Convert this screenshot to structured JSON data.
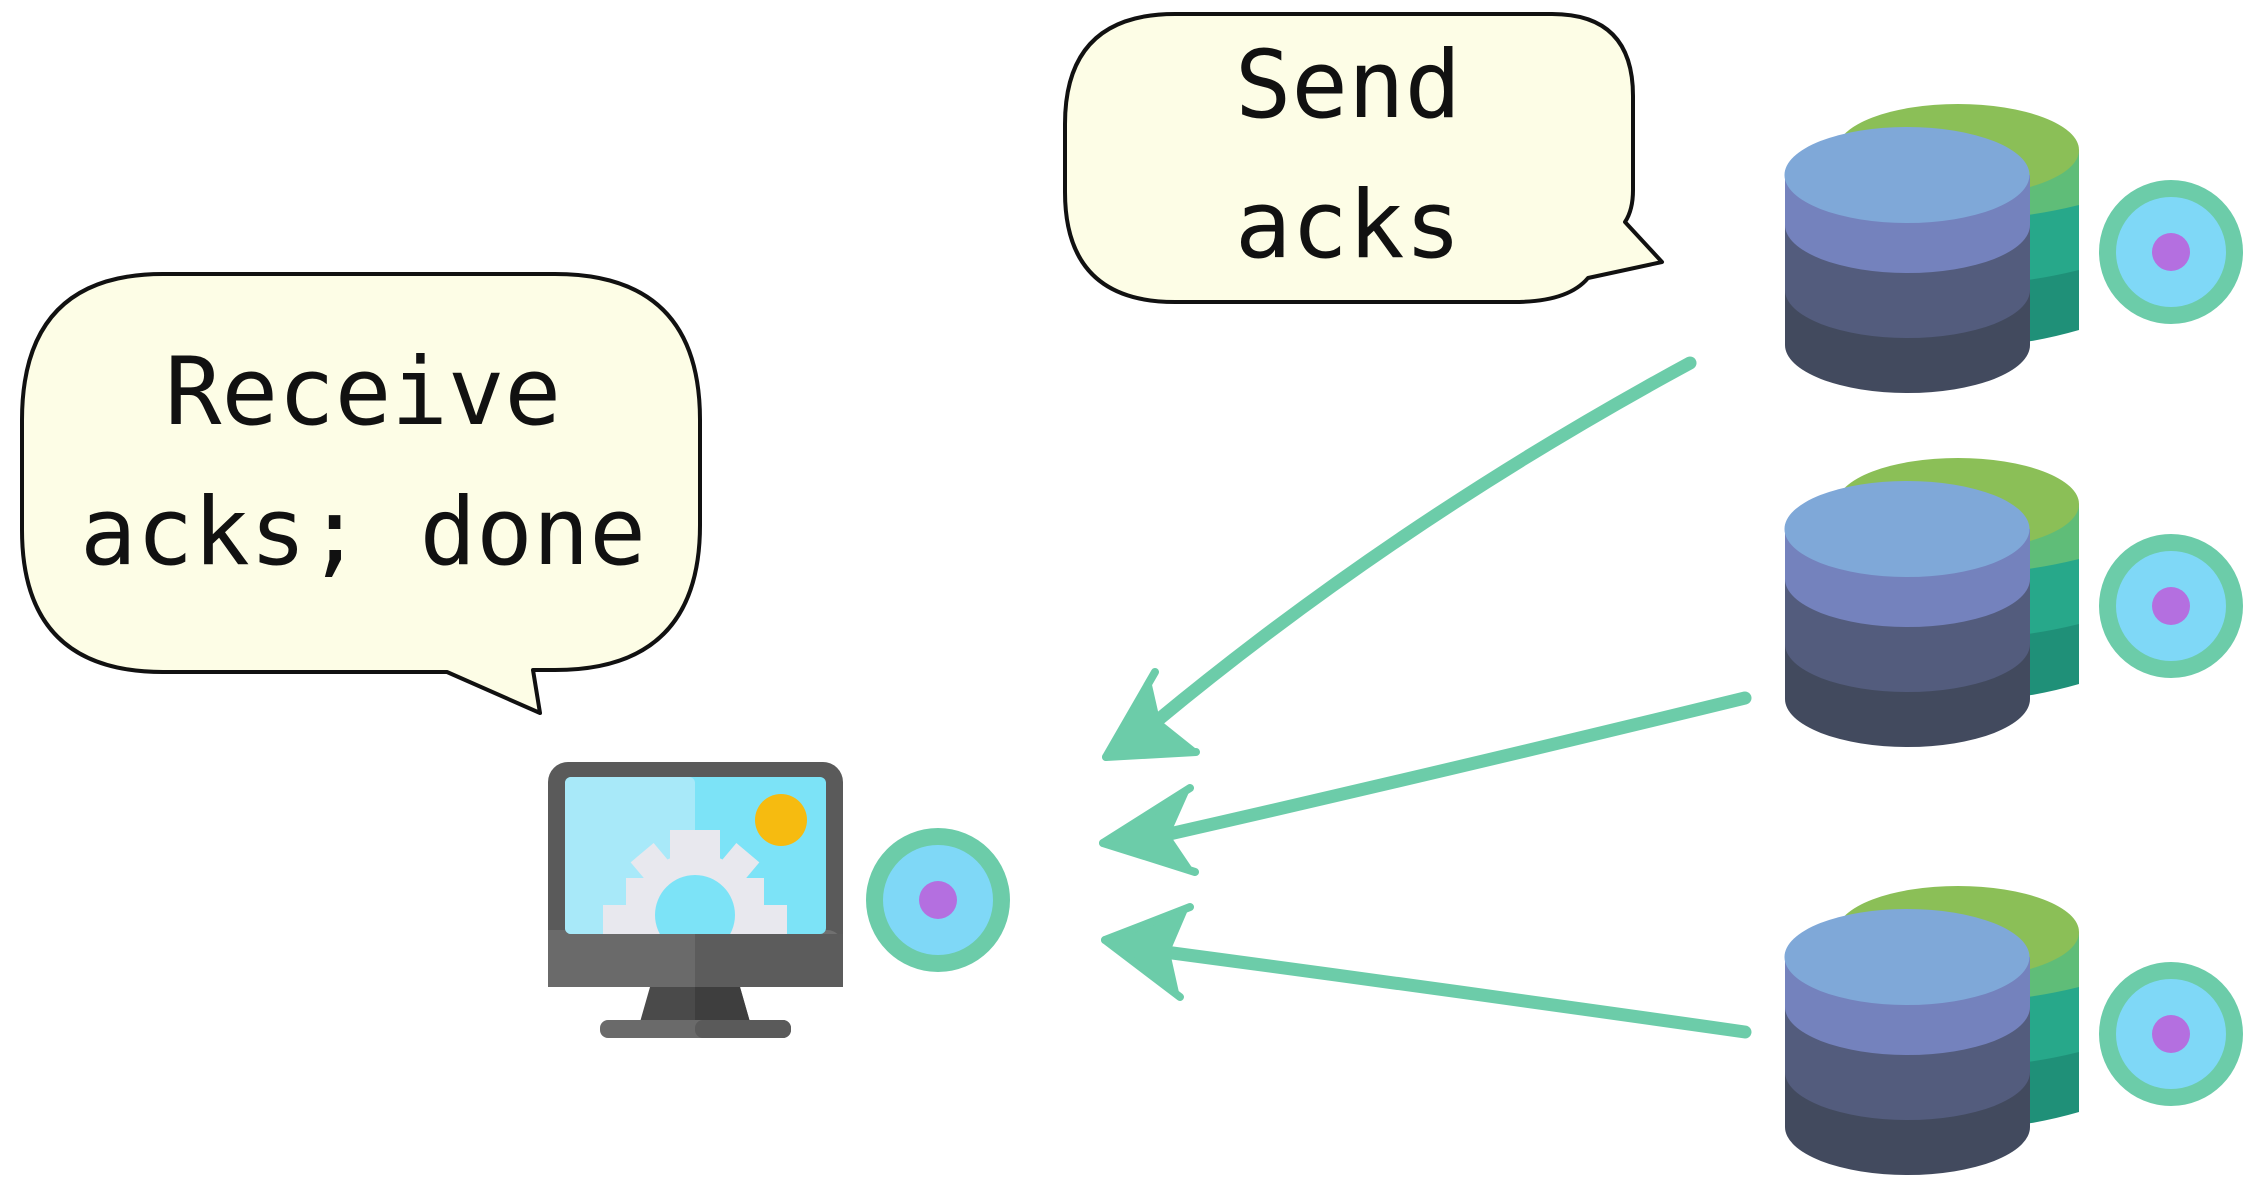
{
  "bubbles": {
    "send": {
      "line1": "Send",
      "line2": "acks"
    },
    "receive": {
      "line1": "Receive",
      "line2": "acks; done"
    }
  },
  "icons": {
    "client": "monitor-with-gear-icon",
    "server": "database-stack-icon",
    "node": "node-target-icon"
  },
  "colors": {
    "arrow": "#6ccca9",
    "bubble_fill": "#fdfde6",
    "node_ring": "#6ccca9",
    "node_inner": "#7fd8f7",
    "node_dot": "#b46fe0",
    "db_top": "#7fa8d8",
    "db_band1": "#7482bd",
    "db_band2": "#535c7d",
    "db_band3": "#424a5e",
    "db_back_top": "#8bbf57",
    "db_back_band": "#27a88a"
  }
}
